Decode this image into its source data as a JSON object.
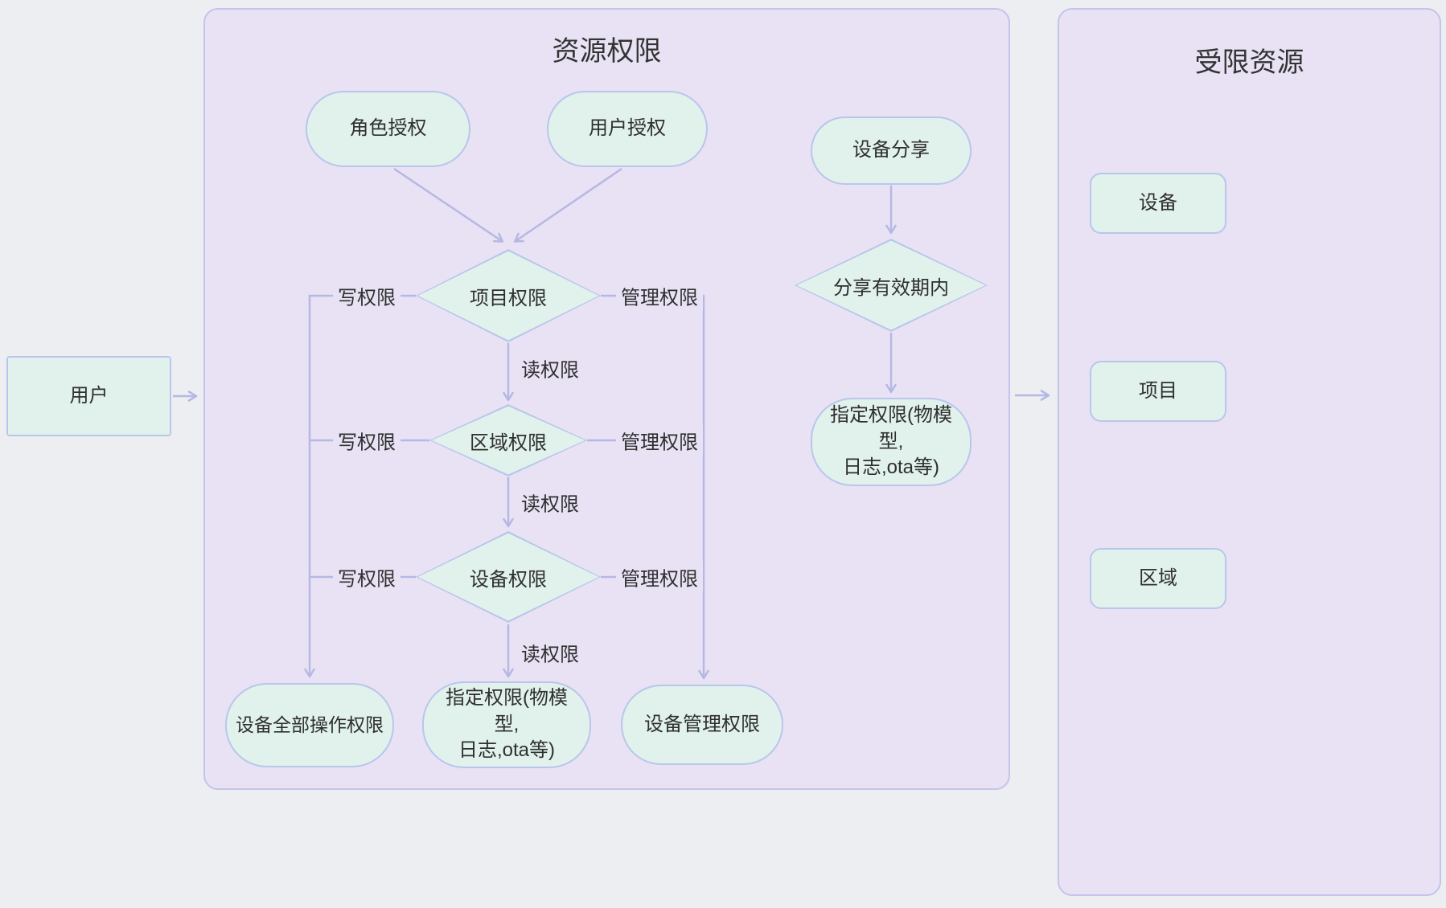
{
  "colors": {
    "page-bg": "#eceef2",
    "panel-bg": "#e8e2f4",
    "panel-border": "#c6c3ea",
    "node-bg": "#e1f1ec",
    "node-border": "#b9c6ec",
    "arrow": "#b6b8e4",
    "text": "#2f2f2f"
  },
  "user_node": {
    "label": "用户"
  },
  "resource_panel": {
    "title": "资源权限",
    "nodes": {
      "role_auth": "角色授权",
      "user_auth": "用户授权",
      "device_share": "设备分享",
      "project_permission": "项目权限",
      "area_permission": "区域权限",
      "device_permission": "设备权限",
      "share_validity": "分享有效期内",
      "device_all_ops": "设备全部操作权限",
      "specified_perm_line1": "指定权限(物模型,",
      "specified_perm_line2": "日志,ota等)",
      "device_manage": "设备管理权限"
    },
    "edge_labels": {
      "write": "写权限",
      "manage": "管理权限",
      "read": "读权限"
    }
  },
  "restricted_panel": {
    "title": "受限资源",
    "items": {
      "device": "设备",
      "project": "项目",
      "area": "区域"
    }
  }
}
